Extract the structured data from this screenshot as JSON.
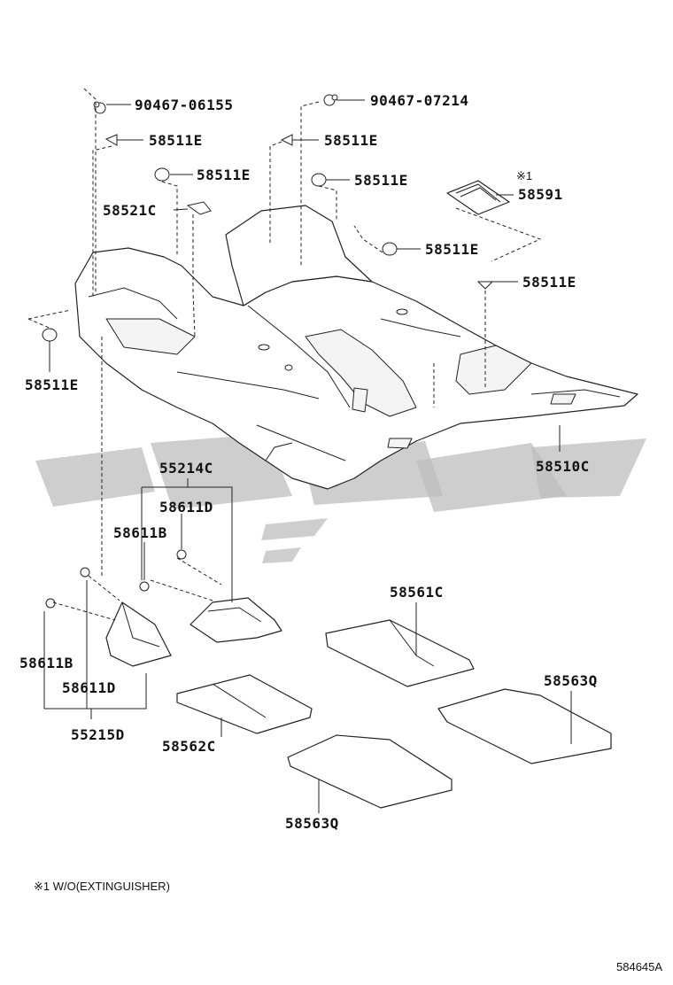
{
  "labels": {
    "l90467_06155": "90467-06155",
    "l90467_07214": "90467-07214",
    "l58511E_a": "58511E",
    "l58511E_b": "58511E",
    "l58511E_c": "58511E",
    "l58511E_d": "58511E",
    "l58511E_e": "58511E",
    "l58511E_f": "58511E",
    "l58511E_g": "58511E",
    "l58521C": "58521C",
    "l58591_mark": "※1",
    "l58591": "58591",
    "l58510C": "58510C",
    "l55214C": "55214C",
    "l58611D_a": "58611D",
    "l58611B_a": "58611B",
    "l58561C": "58561C",
    "l58611B_b": "58611B",
    "l58611D_b": "58611D",
    "l55215D": "55215D",
    "l58563Q_a": "58563Q",
    "l58562C": "58562C",
    "l58563Q_b": "58563Q"
  },
  "footnote": "※1 W/O(EXTINGUISHER)",
  "drawing_id": "584645A"
}
